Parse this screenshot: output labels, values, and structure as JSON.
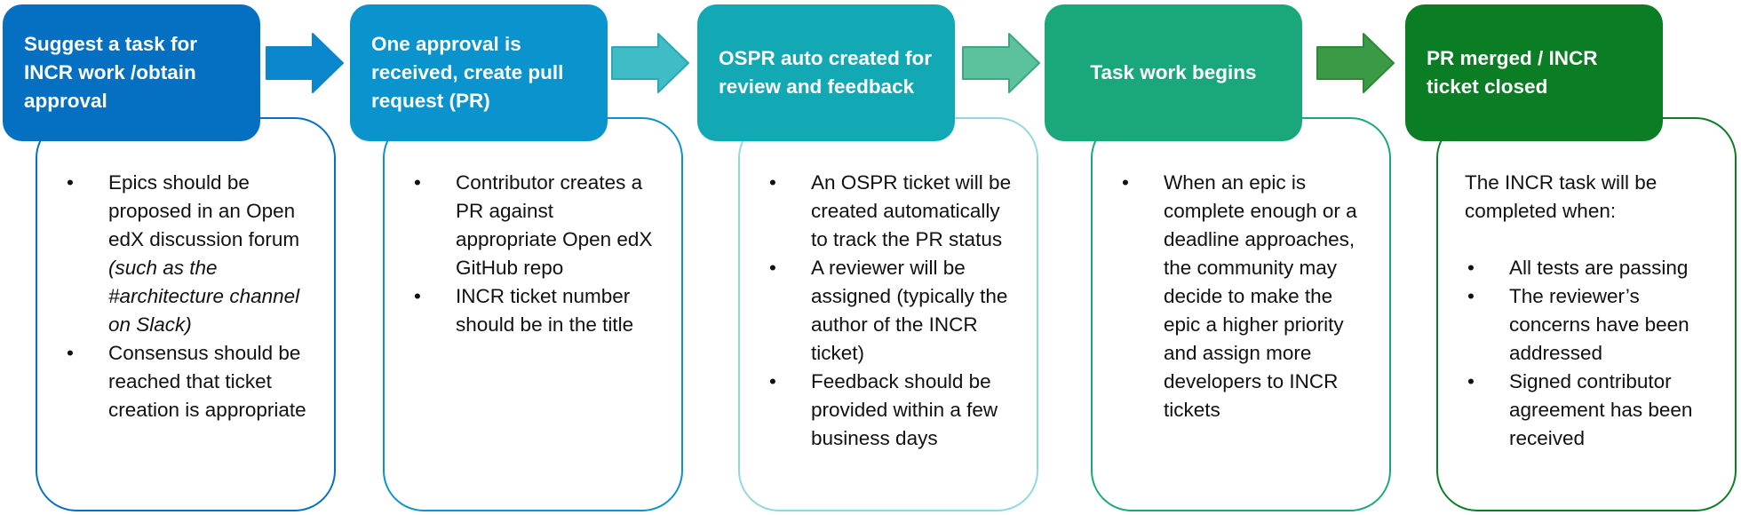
{
  "steps": [
    {
      "title": "Suggest a task for INCR work /obtain approval",
      "fill": "#0570c1",
      "border": "#0570c1",
      "bullets": [
        {
          "text": "Epics should be proposed in an Open edX discussion forum ",
          "italic": "(such as the #architecture channel on Slack)"
        },
        {
          "text": "Consensus should be reached that ticket creation is appropriate"
        }
      ]
    },
    {
      "title": "One approval is received, create pull request (PR)",
      "fill": "#0b93ce",
      "border": "#0b93ce",
      "bullets": [
        {
          "text": "Contributor creates a PR against appropriate Open edX GitHub repo"
        },
        {
          "text": "INCR ticket number should be in the title"
        }
      ]
    },
    {
      "title": "OSPR auto created for review and feedback",
      "fill": "#12a8b4",
      "border": "#90d8dc",
      "bullets": [
        {
          "text": "An OSPR ticket will be created automatically to track the PR status"
        },
        {
          "text": "A reviewer will be assigned (typically the author of the INCR ticket)"
        },
        {
          "text": "Feedback should be provided within a few business days"
        }
      ]
    },
    {
      "title": "Task work begins",
      "fill": "#1ba77c",
      "border": "#1ba77c",
      "bullets": [
        {
          "text": "When an epic is complete enough or a deadline approaches, the community may decide to make the epic a higher priority and assign more developers to INCR tickets"
        }
      ]
    },
    {
      "title": "PR merged / INCR ticket closed",
      "fill": "#0b7d24",
      "border": "#0b7d24",
      "intro": "The INCR task will be completed when:",
      "bullets": [
        {
          "text": "All tests are passing"
        },
        {
          "text": "The reviewer’s concerns have been addressed"
        },
        {
          "text": "Signed contributor agreement has been received"
        }
      ]
    }
  ],
  "arrows": [
    {
      "from": "suggest-task",
      "to": "approval-received",
      "color": "#0a86cc"
    },
    {
      "from": "approval-received",
      "to": "ospr-created",
      "color": "#3fbcc6"
    },
    {
      "from": "ospr-created",
      "to": "task-work",
      "color": "#5cc19d"
    },
    {
      "from": "task-work",
      "to": "pr-merged",
      "color": "#3a9a45"
    }
  ]
}
